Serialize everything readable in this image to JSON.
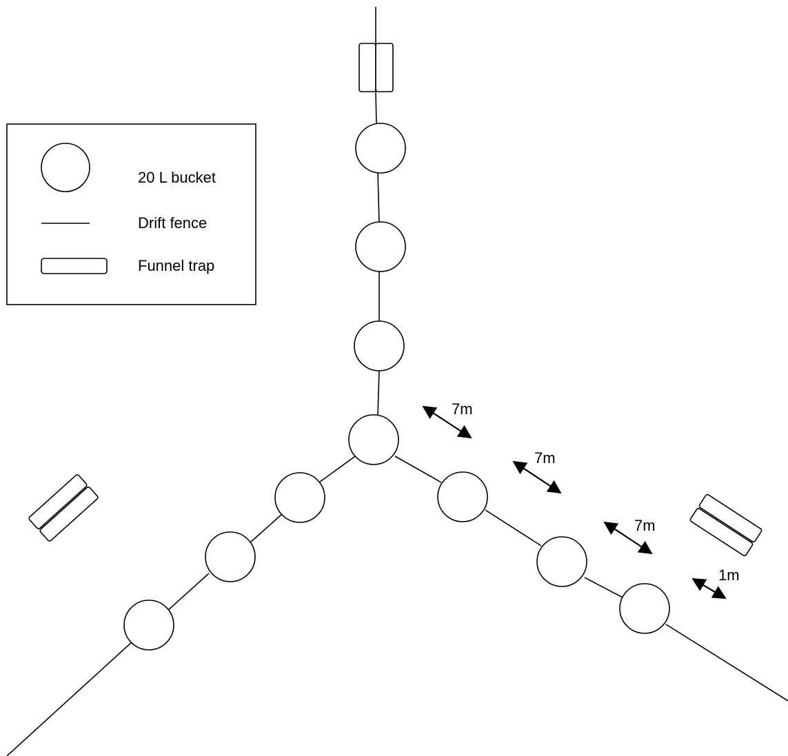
{
  "legend": {
    "items": [
      {
        "symbol": "bucket",
        "label": "20 L bucket"
      },
      {
        "symbol": "fence",
        "label": "Drift fence"
      },
      {
        "symbol": "funnel-trap",
        "label": "Funnel trap"
      }
    ]
  },
  "distance_labels": [
    "7m",
    "7m",
    "7m",
    "1m"
  ]
}
